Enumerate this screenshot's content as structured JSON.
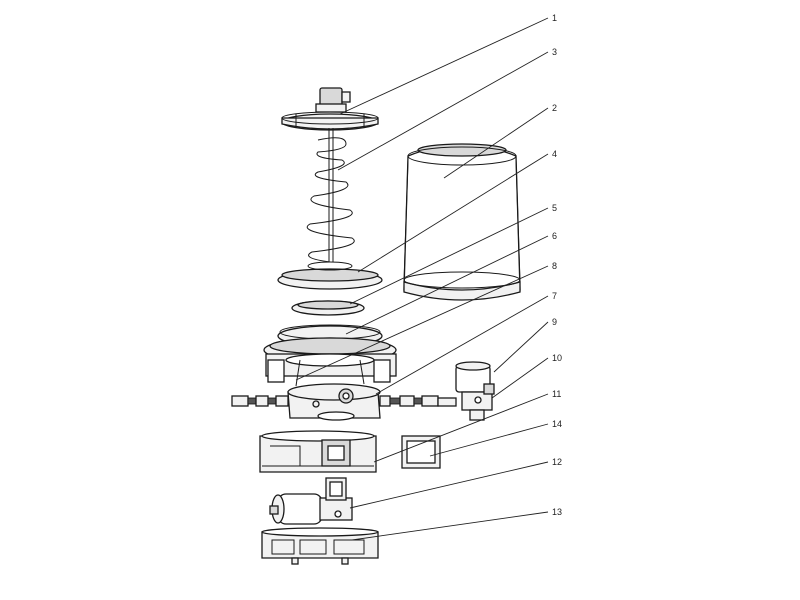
{
  "callouts": [
    {
      "id": "1",
      "label": "1"
    },
    {
      "id": "3",
      "label": "3"
    },
    {
      "id": "2",
      "label": "2"
    },
    {
      "id": "4",
      "label": "4"
    },
    {
      "id": "5",
      "label": "5"
    },
    {
      "id": "6",
      "label": "6"
    },
    {
      "id": "8",
      "label": "8"
    },
    {
      "id": "7",
      "label": "7"
    },
    {
      "id": "9",
      "label": "9"
    },
    {
      "id": "10",
      "label": "10"
    },
    {
      "id": "11",
      "label": "11"
    },
    {
      "id": "14",
      "label": "14"
    },
    {
      "id": "12",
      "label": "12"
    },
    {
      "id": "13",
      "label": "13"
    }
  ]
}
